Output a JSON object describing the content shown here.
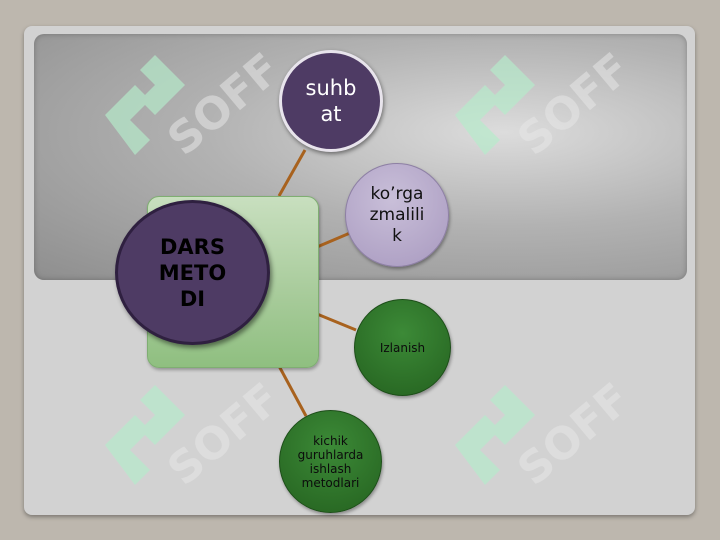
{
  "diagram": {
    "center_node": {
      "label": "DARS\nMETO\nDI"
    },
    "nodes": [
      {
        "id": "suhbat",
        "label": "suhb\nat"
      },
      {
        "id": "korgazmalilik",
        "label": "ko’rga\nzmalili\nk"
      },
      {
        "id": "izlanish",
        "label": "Izlanish"
      },
      {
        "id": "kichik",
        "label": "kichik\nguruhlarda\nishlash\nmetodlari"
      }
    ]
  },
  "watermark": {
    "text": "SOFF",
    "color": "#9ee3b8"
  },
  "colors": {
    "connector": "#a8621e",
    "purple_node": "#4e3b64",
    "light_purple_node": "#a899bf",
    "green_node": "#2f7a2a",
    "center_rect": "#a9cc9c"
  }
}
